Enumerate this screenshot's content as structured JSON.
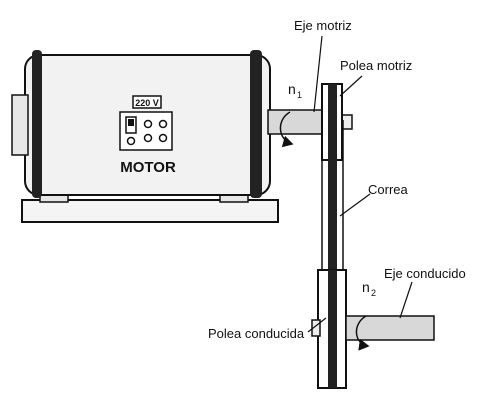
{
  "labels": {
    "eje_motriz": "Eje motriz",
    "polea_motriz": "Polea motriz",
    "correa": "Correa",
    "eje_conducido": "Eje conducido",
    "polea_conducida": "Polea conducida",
    "motor": "MOTOR",
    "voltage": "220 V",
    "n1_base": "n",
    "n1_sub": "1",
    "n2_base": "n",
    "n2_sub": "2"
  },
  "colors": {
    "ink": "#111111",
    "motor_body": "#f2f2f2",
    "band": "#222222",
    "shaft": "#d8d8d8"
  }
}
